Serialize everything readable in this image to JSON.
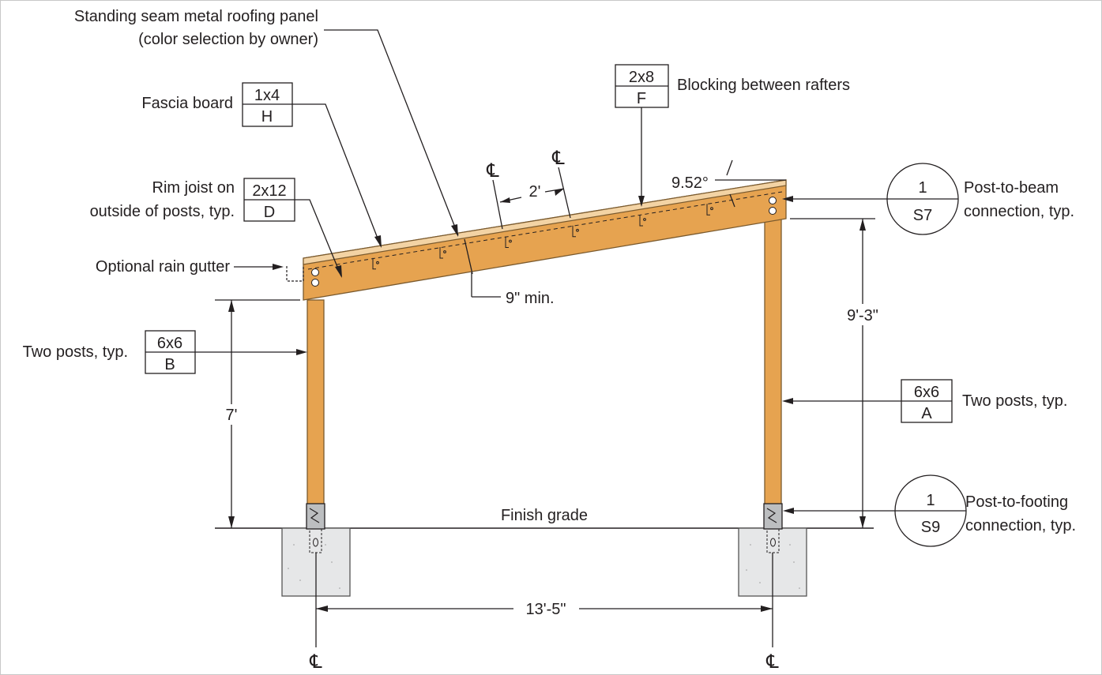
{
  "labels": {
    "roofing_line1": "Standing seam metal roofing panel",
    "roofing_line2": "(color selection by owner)",
    "fascia": "Fascia board",
    "blocking": "Blocking between rafters",
    "rim_line1": "Rim joist on",
    "rim_line2": "outside of posts, typ.",
    "gutter": "Optional rain gutter",
    "two_posts_left": "Two posts, typ.",
    "two_posts_right": "Two posts, typ.",
    "post_beam_line1": "Post-to-beam",
    "post_beam_line2": "connection, typ.",
    "post_footing_line1": "Post-to-footing",
    "post_footing_line2": "connection, typ.",
    "finish_grade": "Finish grade"
  },
  "tags": {
    "fascia": {
      "size": "1x4",
      "key": "H"
    },
    "blocking": {
      "size": "2x8",
      "key": "F"
    },
    "rim": {
      "size": "2x12",
      "key": "D"
    },
    "post_left": {
      "size": "6x6",
      "key": "B"
    },
    "post_right": {
      "size": "6x6",
      "key": "A"
    }
  },
  "callouts": {
    "beam": {
      "num": "1",
      "sheet": "S7"
    },
    "footing": {
      "num": "1",
      "sheet": "S9"
    }
  },
  "dimensions": {
    "angle": "9.52°",
    "spacing": "2'",
    "depth": "9\" min.",
    "right_height": "9'-3\"",
    "left_height": "7'",
    "span": "13'-5\""
  },
  "centerline_symbol": "℄",
  "colors": {
    "wood": "#e6a350",
    "concrete": "#e6e7e8",
    "line": "#231f20"
  }
}
